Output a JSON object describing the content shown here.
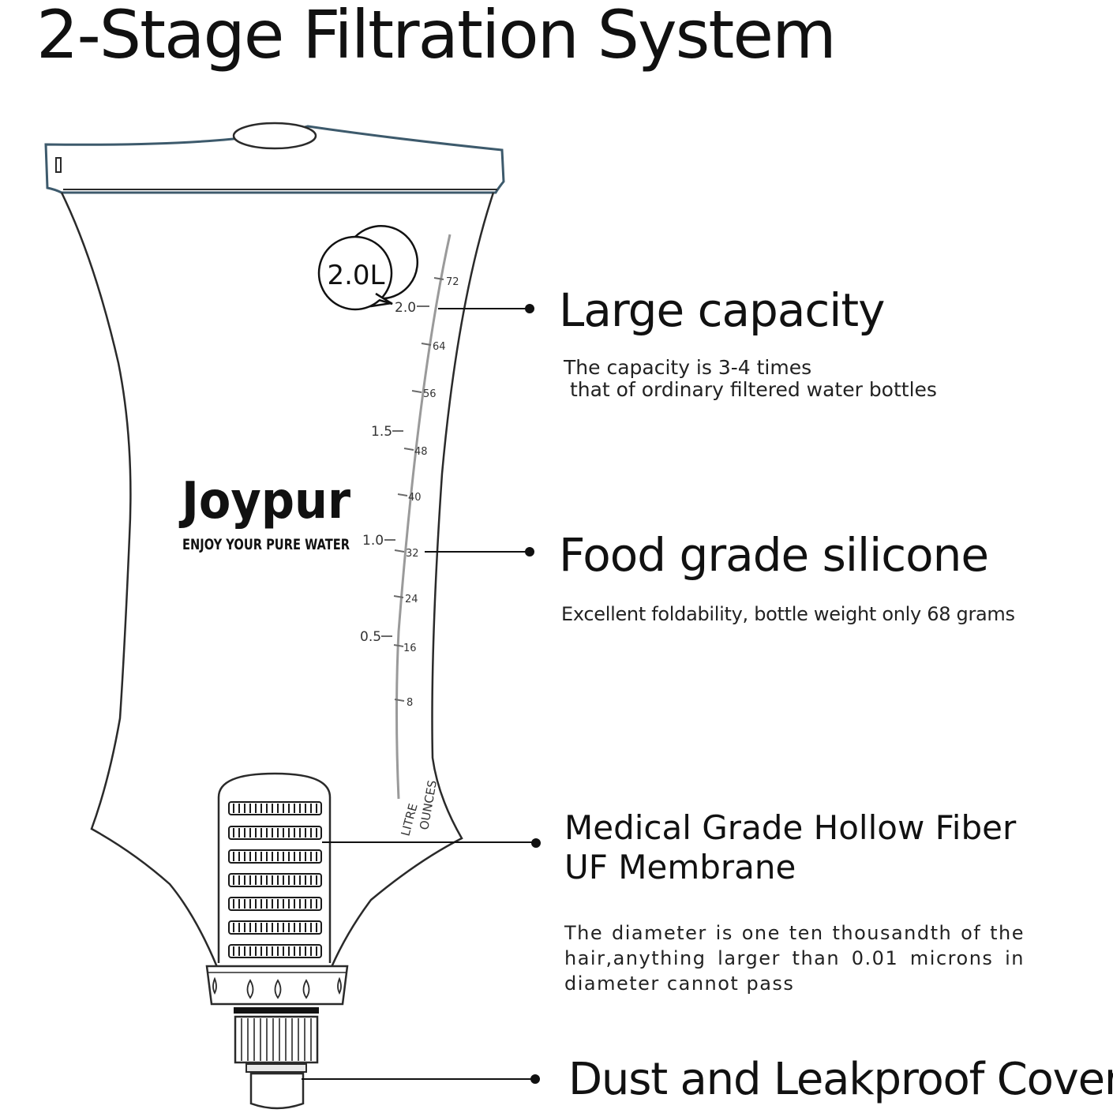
{
  "title": "2-Stage Filtration System",
  "bottle": {
    "brand": "Joypur",
    "slogan": "ENJOY YOUR PURE WATER",
    "capacity_bubble": "2.0L",
    "scale_litre_label": "LITRE",
    "scale_ounce_label": "OUNCES",
    "litre_ticks": [
      "2.0",
      "1.5",
      "1.0",
      "0.5"
    ],
    "ounce_ticks": [
      "72",
      "64",
      "56",
      "48",
      "40",
      "32",
      "24",
      "16",
      "8"
    ]
  },
  "features": [
    {
      "title": "Large capacity",
      "description": "The capacity is 3-4 times\n that of ordinary filtered water bottles"
    },
    {
      "title": "Food grade silicone",
      "description": "Excellent foldability, bottle weight only 68 grams"
    },
    {
      "title": "Medical Grade Hollow Fiber\nUF Membrane",
      "description": "The diameter is one ten thousandth of the hair,anything larger than 0.01 microns in diameter cannot pass"
    },
    {
      "title": "Dust and Leakproof Cover",
      "description": ""
    }
  ],
  "colors": {
    "outline": "#2a2a2a",
    "cap_stroke": "#3d5a6c",
    "scale_line": "#9a9a9a"
  }
}
